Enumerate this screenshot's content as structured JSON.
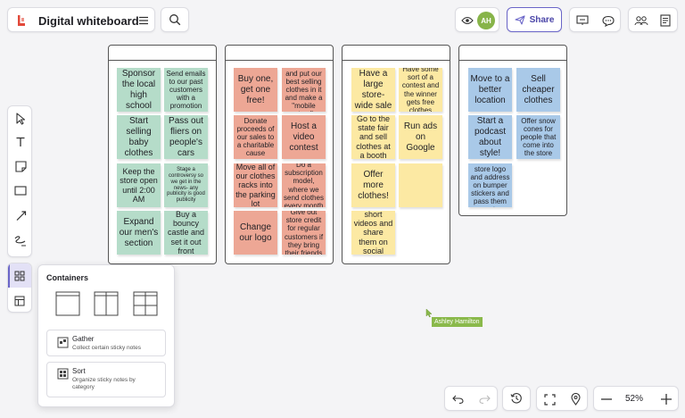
{
  "header": {
    "title": "Digital whiteboard",
    "avatar_initials": "AH",
    "share_label": "Share",
    "accent": "#6a65c8",
    "logo_color": "#e24a3b"
  },
  "columns": [
    {
      "notes": [
        {
          "text": "Sponsor the local high school",
          "color": "green"
        },
        {
          "text": "Send emails to our past customers with a promotion",
          "color": "green"
        },
        {
          "text": "Start selling baby clothes",
          "color": "green"
        },
        {
          "text": "Pass out fliers on people's cars",
          "color": "green"
        },
        {
          "text": "Keep the store open until 2:00 AM",
          "color": "green"
        },
        {
          "text": "Stage a controversy so we get in the news- any publicity is good publicity",
          "color": "green"
        },
        {
          "text": "Expand our men's section",
          "color": "green"
        },
        {
          "text": "Buy a bouncy castle and set it out front",
          "color": "green"
        }
      ]
    },
    {
      "notes": [
        {
          "text": "Buy one, get one free!",
          "color": "salmon"
        },
        {
          "text": "Get a van and put our best selling clothes in it and make a \"mobile store\"",
          "color": "salmon"
        },
        {
          "text": "Donate proceeds of our sales to a charitable cause",
          "color": "salmon"
        },
        {
          "text": "Host a video contest",
          "color": "salmon"
        },
        {
          "text": "Move all of our clothes racks into the parking lot",
          "color": "salmon"
        },
        {
          "text": "Do a subscription model, where we send clothes every month",
          "color": "salmon"
        },
        {
          "text": "Change our logo",
          "color": "salmon"
        },
        {
          "text": "Give out store credit for regular customers if they bring their friends",
          "color": "salmon"
        }
      ]
    },
    {
      "notes": [
        {
          "text": "Have a large store-wide sale",
          "color": "yellow"
        },
        {
          "text": "Have some sort of a contest and the winner gets free clothes",
          "color": "yellow"
        },
        {
          "text": "Go to the state fair and sell clothes at a booth",
          "color": "yellow"
        },
        {
          "text": "Run ads on Google",
          "color": "yellow"
        },
        {
          "text": "Offer more clothes!",
          "color": "yellow"
        },
        {
          "text": "",
          "color": "yellow"
        },
        {
          "text": "Create short videos and share them on social media",
          "color": "yellow"
        }
      ]
    },
    {
      "notes": [
        {
          "text": "Move to a better location",
          "color": "blue"
        },
        {
          "text": "Sell cheaper clothes",
          "color": "blue"
        },
        {
          "text": "Start a podcast about style!",
          "color": "blue"
        },
        {
          "text": "Offer snow cones for people that come into the store",
          "color": "blue"
        },
        {
          "text": "Put our store logo and address on bumper stickers and pass them out",
          "color": "blue"
        }
      ]
    }
  ],
  "cursor_label": "Ashley Hamilton",
  "containers": {
    "heading": "Containers",
    "gather": {
      "title": "Gather",
      "desc": "Collect certain sticky notes"
    },
    "sort": {
      "title": "Sort",
      "desc": "Organize sticky notes by category"
    }
  },
  "zoom": "52%"
}
